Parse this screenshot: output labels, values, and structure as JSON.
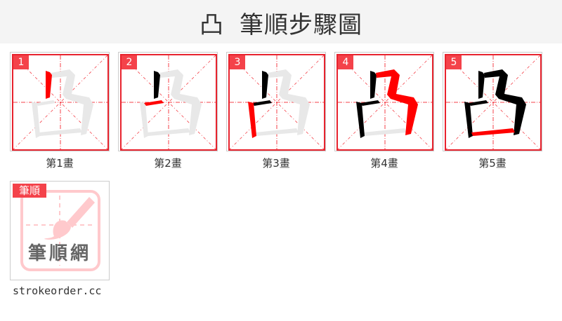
{
  "header": {
    "character": "凸",
    "title": "筆順步驟圖"
  },
  "steps": [
    {
      "number": "1",
      "caption": "第1畫"
    },
    {
      "number": "2",
      "caption": "第2畫"
    },
    {
      "number": "3",
      "caption": "第3畫"
    },
    {
      "number": "4",
      "caption": "第4畫"
    },
    {
      "number": "5",
      "caption": "第5畫"
    }
  ],
  "logo": {
    "badge": "筆順",
    "text": "筆順網",
    "site": "strokeorder.cc"
  },
  "colors": {
    "active_stroke": "#ff0000",
    "done_stroke": "#000000",
    "pending_stroke": "#e8e8e8",
    "grid": "#f4424a",
    "badge": "#f4424a"
  }
}
